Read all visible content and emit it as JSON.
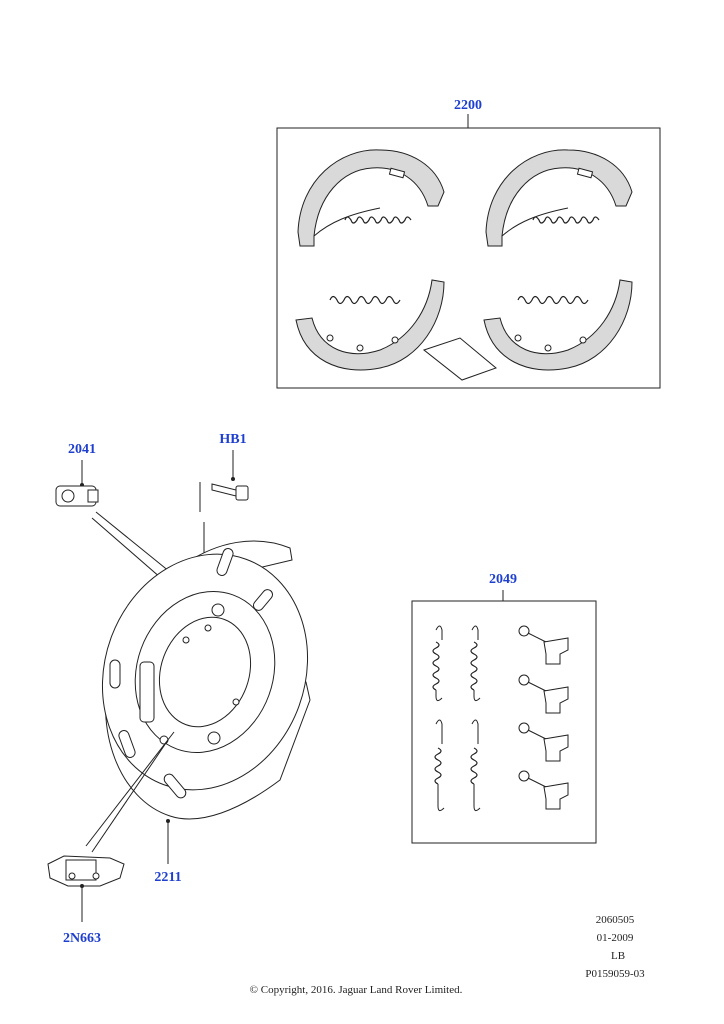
{
  "callouts": {
    "shoe_kit": "2200",
    "sensor": "2041",
    "bolt": "HB1",
    "spring_kit": "2049",
    "backing_plate": "2211",
    "actuator": "2N663"
  },
  "reference": {
    "line1": "2060505",
    "line2": "01-2009",
    "line3": "LB",
    "line4": "P0159059-03"
  },
  "copyright": "© Copyright, 2016. Jaguar Land Rover Limited.",
  "colors": {
    "callout": "#1f3fcf",
    "line": "#222222",
    "shoe_fill": "#d9d9d9"
  }
}
